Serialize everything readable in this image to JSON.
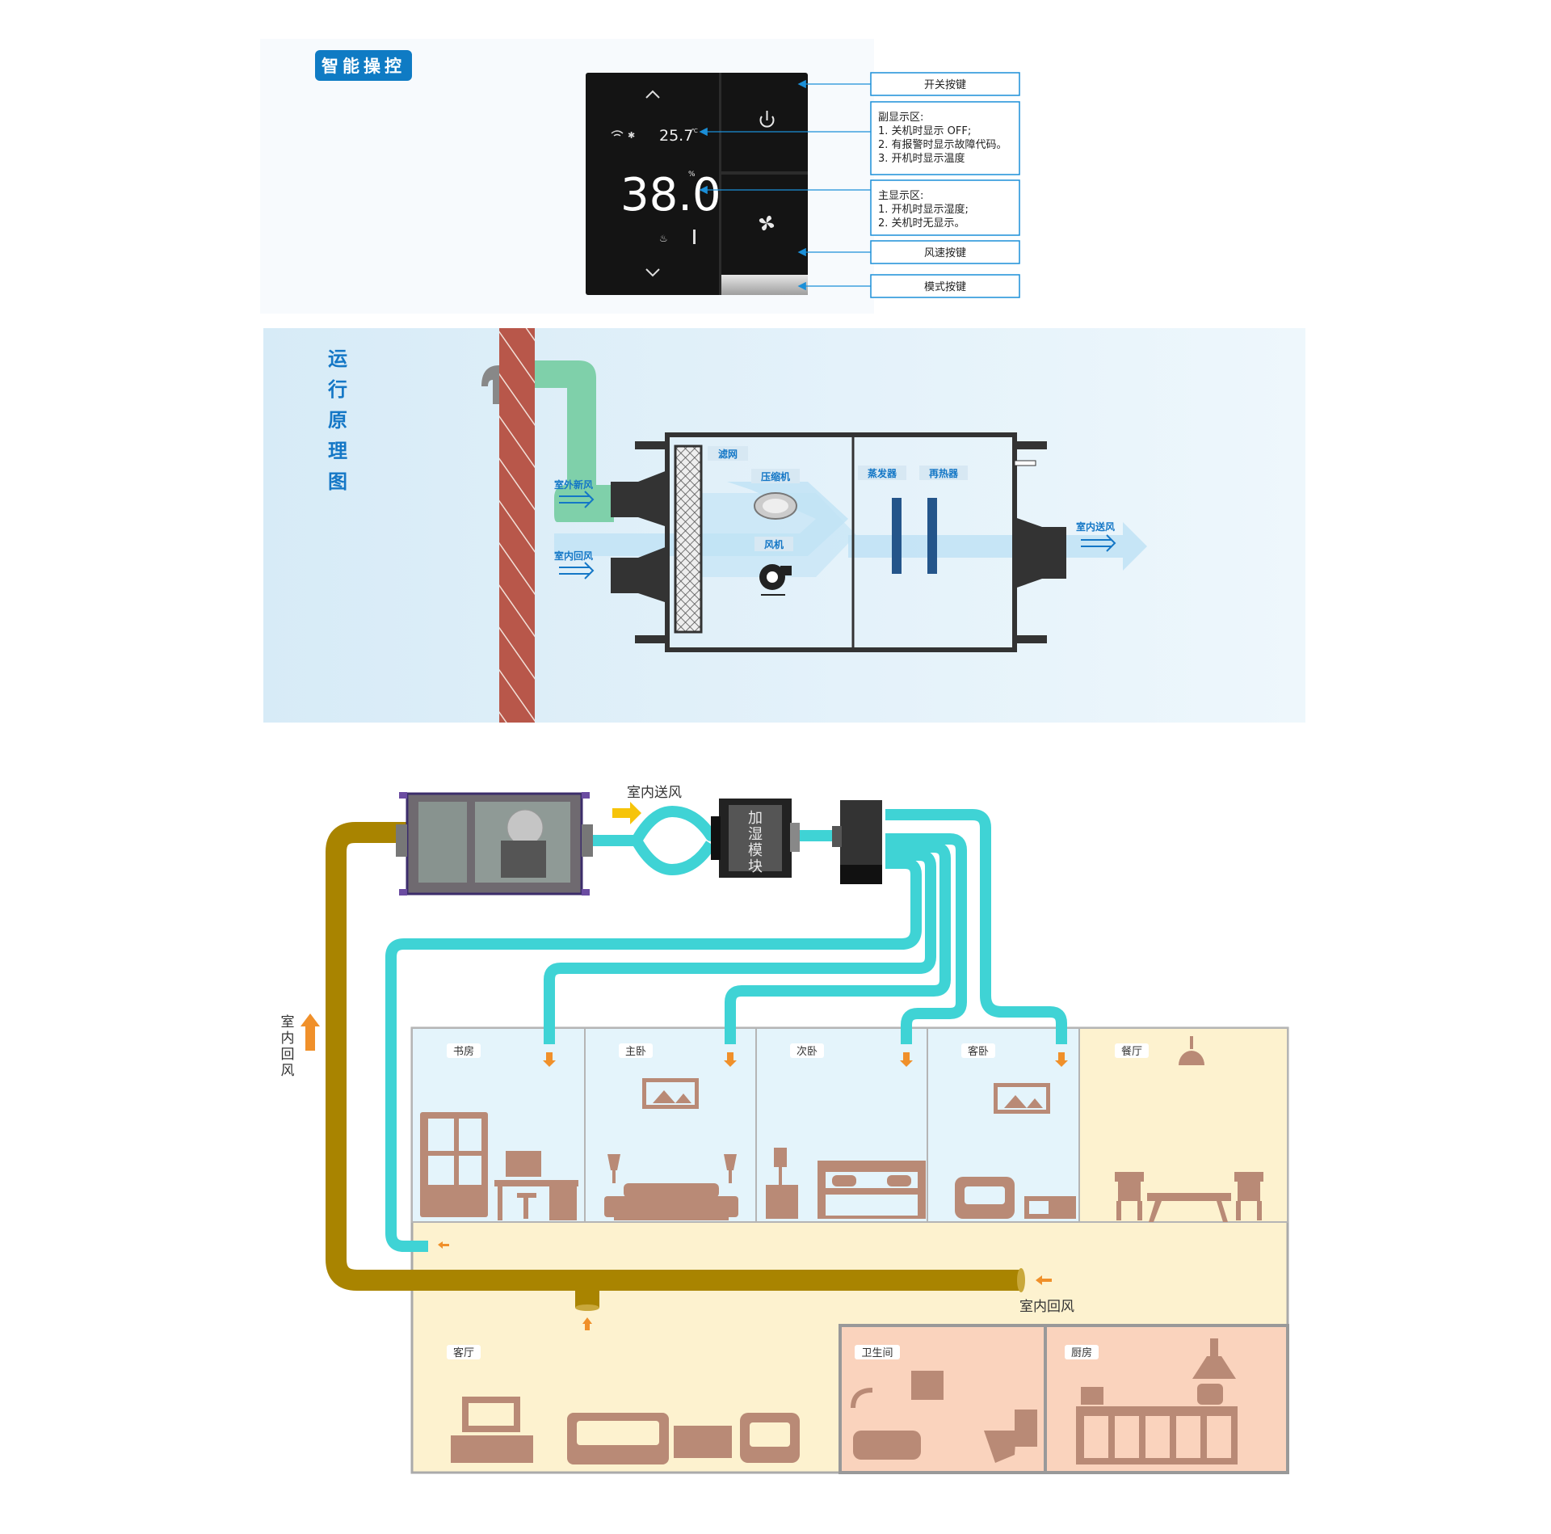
{
  "control": {
    "badge": "智能操控",
    "display": {
      "temp": "25.7",
      "temp_unit": "℃",
      "humidity": "38.0",
      "hum_unit": "%"
    },
    "callouts": {
      "power": "开关按键",
      "sub_title": "副显示区:",
      "sub_1": "1. 关机时显示 OFF;",
      "sub_2": "2. 有报警时显示故障代码。",
      "sub_3": "3. 开机时显示温度",
      "main_title": "主显示区:",
      "main_1": "1. 开机时显示湿度;",
      "main_2": "2. 关机时无显示。",
      "fan": "风速按键",
      "mode": "模式按键"
    }
  },
  "principle": {
    "title_chars": [
      "运",
      "行",
      "原",
      "理",
      "图"
    ],
    "outdoor_air": "室外新风",
    "return_air": "室内回风",
    "filter": "滤网",
    "compressor": "压缩机",
    "blower": "风机",
    "evaporator": "蒸发器",
    "reheater": "再热器",
    "supply_air": "室内送风"
  },
  "layout_diagram": {
    "supply_label": "室内送风",
    "humidifier_chars": [
      "加",
      "湿",
      "模",
      "块"
    ],
    "return_vertical_chars": [
      "室",
      "内",
      "回",
      "风"
    ],
    "return_label": "室内回风",
    "rooms": {
      "study": "书房",
      "master": "主卧",
      "second": "次卧",
      "guest": "客卧",
      "dining": "餐厅",
      "living": "客厅",
      "bathroom": "卫生间",
      "kitchen": "厨房"
    }
  },
  "colors": {
    "brand_blue": "#1477c6",
    "cyan_duct": "#3fd3d5",
    "gold_duct": "#a98400",
    "furniture": "#b98a76",
    "room_blue": "#e4f4fb",
    "room_cream": "#fdf2cf",
    "room_peach": "#fad3bd",
    "arrow_orange": "#f0902a"
  }
}
